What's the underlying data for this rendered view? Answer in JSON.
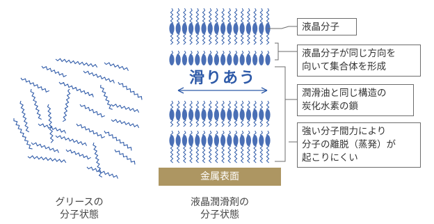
{
  "labels": {
    "slide": "滑りあう",
    "metal_surface": "金属表面",
    "grease_caption": "グリースの\n分子状態",
    "liquid_crystal_caption": "液晶潤滑剤の\n分子状態"
  },
  "callouts": [
    "液晶分子",
    "液晶分子が同じ方向を\n向いて集合体を形成",
    "潤滑油と同じ構造の\n炭化水素の鎖",
    "強い分子間力により\n分子の離脱（蒸発）が\n起こりにくい"
  ],
  "colors": {
    "molecule_blue": "#2e5aa8",
    "ellipse_blue": "#4a6fb5",
    "metal": "#ad9662",
    "callout_border": "#6b6b6b"
  }
}
